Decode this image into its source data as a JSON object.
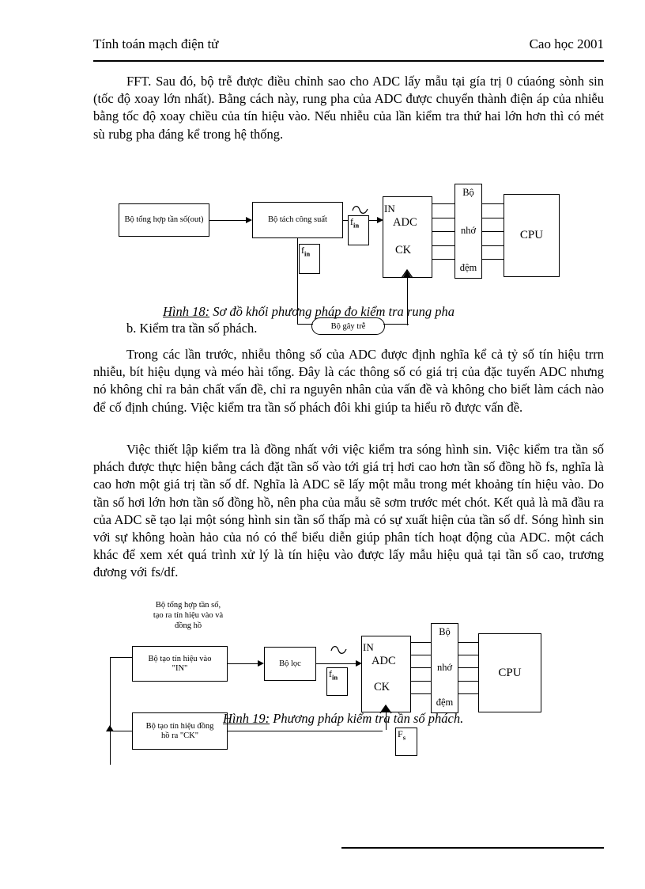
{
  "header": {
    "left_title": "Tính toán mạch điện tử",
    "right_title": "Cao học 2001"
  },
  "paragraphs": {
    "p1": "FFT. Sau đó, bộ trễ được điều chỉnh sao cho ADC lấy mẫu tại gía trị 0 cúaóng sònh sin (tốc độ xoay lớn nhất). Bằng cách này, rung pha của ADC được chuyển thành điện áp của nhiễu bằng tốc độ xoay chiều của tín hiệu vào. Nếu nhiễu của lần kiểm tra thứ hai lớn hơn thì có mét sù rubg pha đáng kể trong hệ thống.",
    "p2": "Trong các lần trước, nhiễu thông số của ADC được định nghĩa kể cả tỷ số tín hiệu trrn nhiễu, bít hiệu dụng và méo hài tổng. Đây là các thông số có giá trị của đặc tuyến ADC nhưng nó không chỉ ra bản chất vấn đề, chỉ ra nguyên nhân của vấn đề và không cho biết làm cách nào để cố định chúng. Việc kiểm tra tần số phách đôi khi giúp ta hiểu rõ được vấn đề.",
    "p3": "Việc thiết lập kiểm tra là đồng nhất với việc kiểm tra sóng hình sin. Việc kiểm tra tần số phách được thực hiện bằng cách đặt tần số vào tới giá trị hơi cao hơn tần số đồng hồ fs, nghĩa là cao hơn một giá trị tần số df. Nghĩa là ADC sẽ lấy một mẫu trong mét khoảng tín hiệu vào. Do tần số hơi lớn hơn tần số đồng hồ, nên pha của mẫu sẽ sơm trước mét chót. Kết quả là mã đầu ra của ADC sẽ tạo lại một sóng hình sin tần số thấp mà có sự xuất hiện của tần số df. Sóng hình sin với sự không hoàn hảo của nó có thể biểu diễn giúp phân tích hoạt động của ADC. một cách khác để xem xét quá trình xử lý là tín hiệu vào được lấy mẫu hiệu quả tại tần số cao, trương đương với fs/df."
  },
  "subheading": "b. Kiểm tra tần số phách.",
  "figure18": {
    "caption_number": "Hình 18:",
    "caption_text": " Sơ đồ khối phương pháp đo kiểm tra rung pha",
    "blocks": {
      "synth": "Bộ tổng hợp tần số(out)",
      "splitter": "Bộ tách công suất",
      "fin_mid": "f",
      "fin_mid_sub": "in",
      "fin_low": "f",
      "fin_low_sub": "in",
      "adc": "ADC",
      "adc_in": "IN",
      "adc_ck": "CK",
      "memory": "Bộ nhớ đệm",
      "memory_l1": "Bộ",
      "memory_l2": "nhớ",
      "memory_l3": "đệm",
      "cpu": "CPU",
      "delay": "Bộ gây trễ"
    },
    "sine_symbol": "∿"
  },
  "figure19": {
    "caption_number": "Hình 19:",
    "caption_text": " Phương pháp kiểm tra tần số phách.",
    "blocks": {
      "note": "Bộ tổng hợp tần số, tạo ra tín hiệu vào và đồng hồ",
      "note_l1": "Bộ tổng hợp tần số,",
      "note_l2": "tạo ra tín hiệu vào và",
      "note_l3": "đồng hồ",
      "gen_in": "Bộ tạo tín hiệu vào \"IN\"",
      "gen_in_l1": "Bộ tạo tín hiệu vào",
      "gen_in_l2": "\"IN\"",
      "filter": "Bộ lọc",
      "fin": "f",
      "fin_sub": "in",
      "adc": "ADC",
      "adc_in": "IN",
      "adc_ck": "CK",
      "memory_l1": "Bộ",
      "memory_l2": "nhớ",
      "memory_l3": "đệm",
      "cpu": "CPU",
      "gen_ck": "Bộ tạo tín hiệu đồng hồ ra \"CK\"",
      "gen_ck_l1": "Bộ tạo tín hiệu đồng",
      "gen_ck_l2": "hồ ra \"CK\"",
      "fs": "F",
      "fs_sub": "s"
    },
    "sine_symbol": "∿"
  },
  "colors": {
    "ink": "#000000",
    "page": "#ffffff"
  }
}
